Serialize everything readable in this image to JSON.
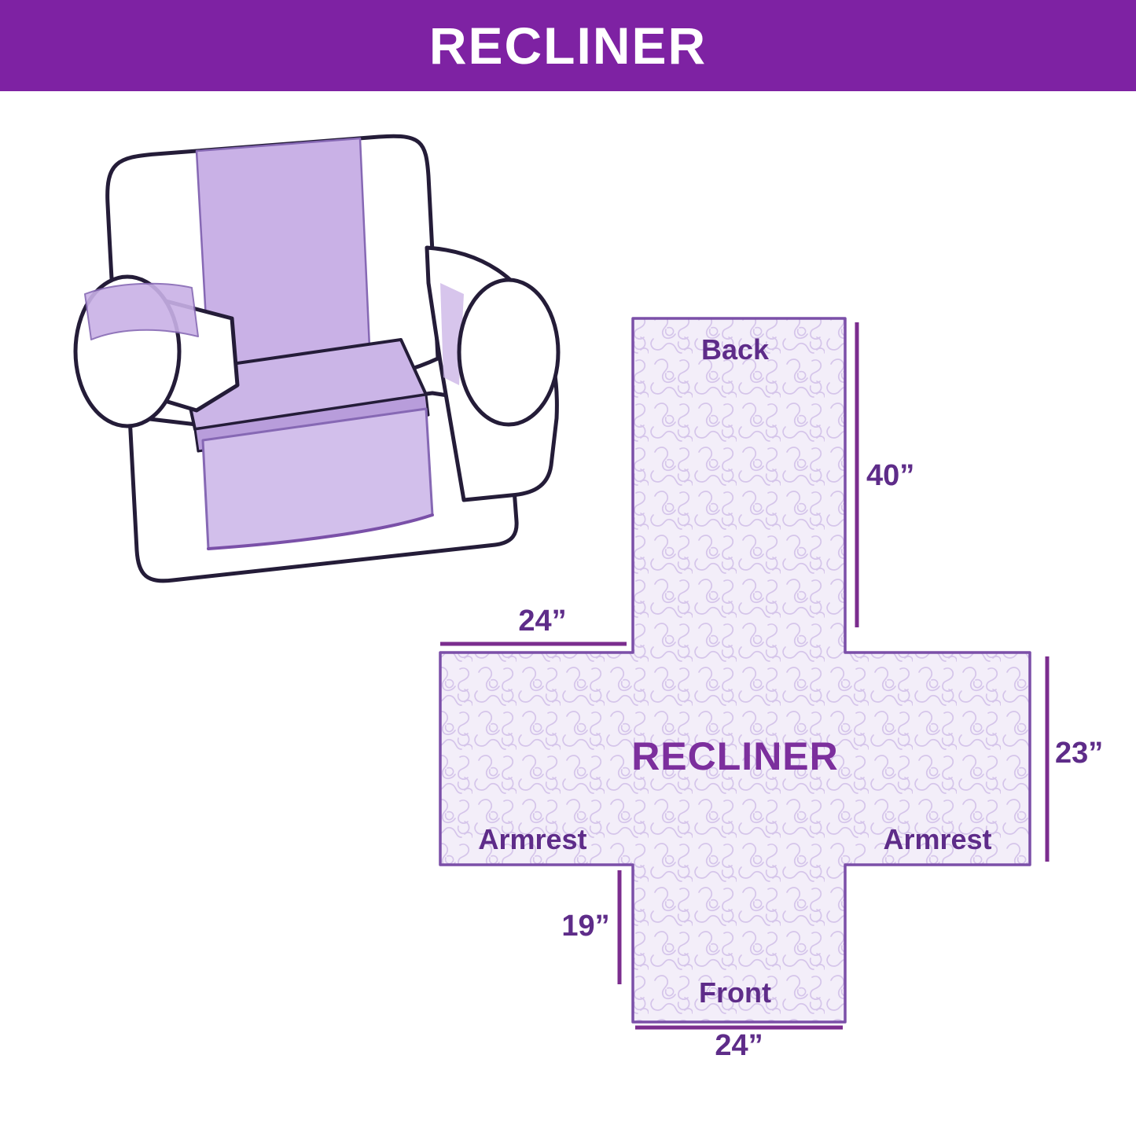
{
  "header": {
    "title": "RECLINER"
  },
  "colors": {
    "header_bg": "#7e22a3",
    "label_text": "#5e2c89",
    "center_text": "#7c2f9d",
    "dimension_line": "#7b2d8e",
    "cover_fill": "#c9b1e6",
    "diagram_fill": "#f3eef9",
    "diagram_outline": "#7b4fa8"
  },
  "diagram": {
    "center_label": "RECLINER",
    "back_label": "Back",
    "front_label": "Front",
    "armrest_left_label": "Armrest",
    "armrest_right_label": "Armrest",
    "dim_back_height": "40”",
    "dim_armrest_top": "24”",
    "dim_side": "23”",
    "dim_front_drop": "19”",
    "dim_front_width": "24”"
  }
}
